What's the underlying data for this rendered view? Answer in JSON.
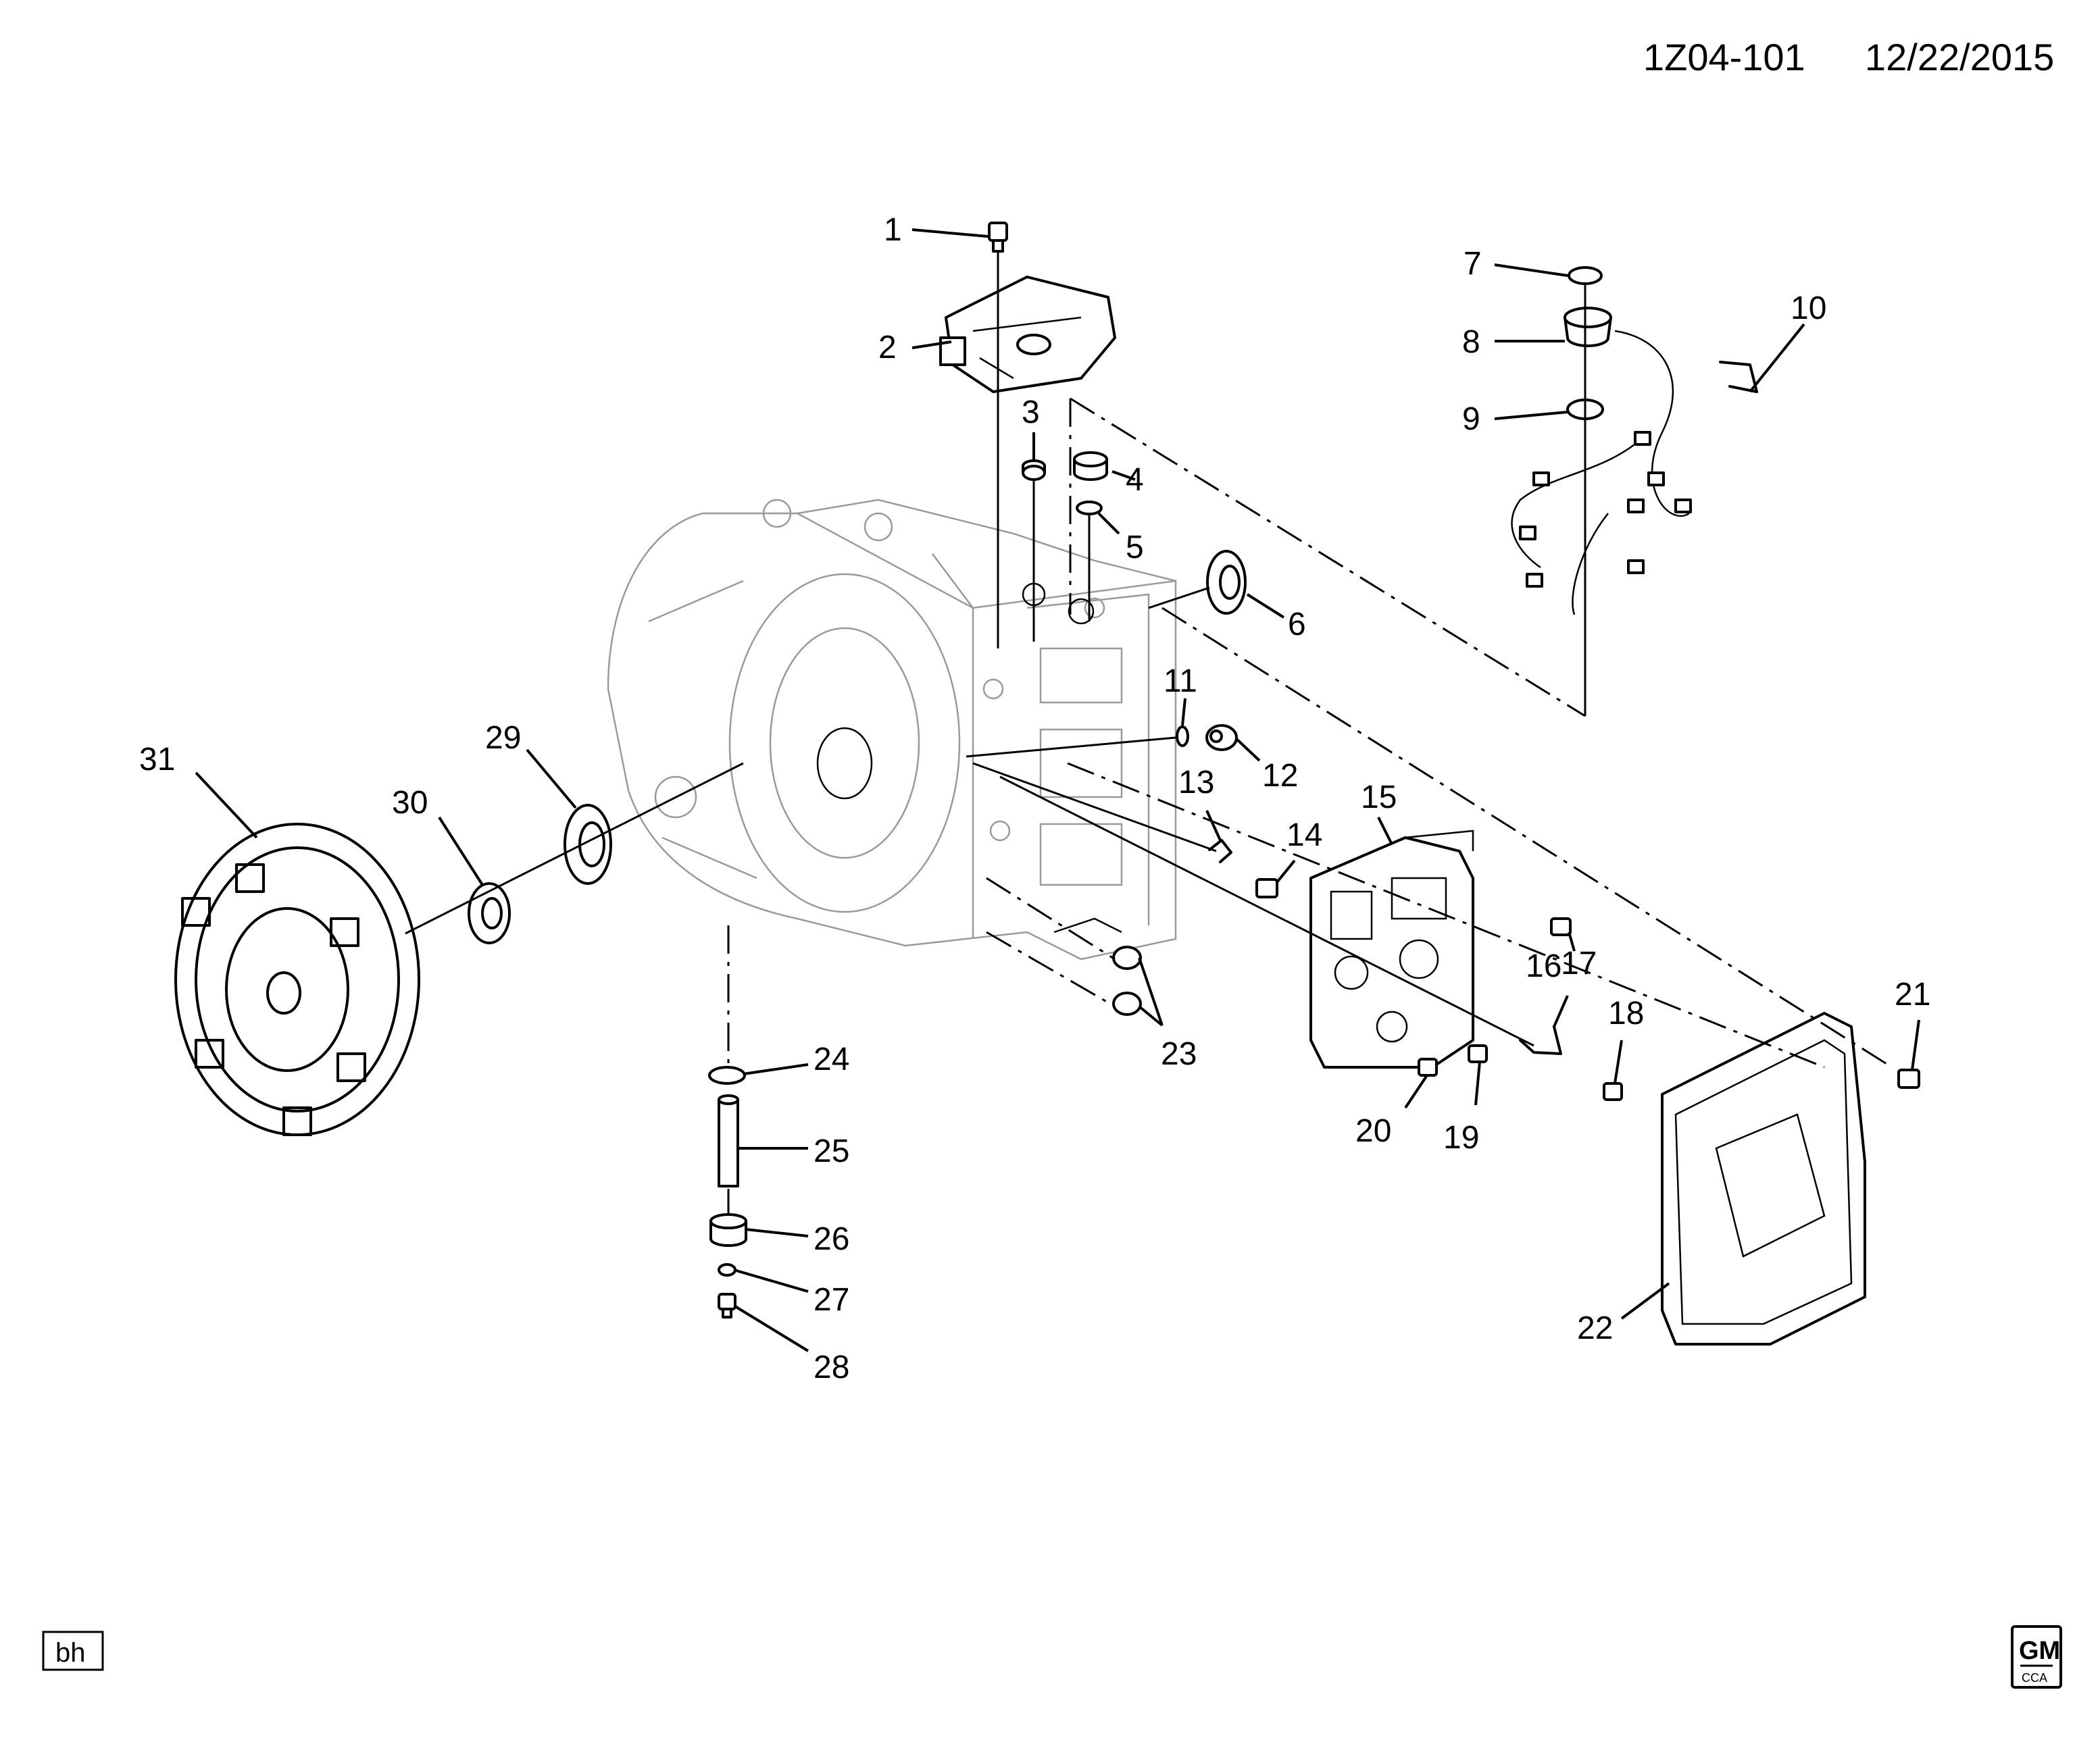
{
  "header": {
    "diagram_id": "1Z04-101",
    "date": "12/22/2015"
  },
  "footer": {
    "initials": "bh",
    "logo_text": "GM",
    "logo_subtext": "CCA"
  },
  "callouts": [
    "1",
    "2",
    "3",
    "4",
    "5",
    "6",
    "7",
    "8",
    "9",
    "10",
    "11",
    "12",
    "13",
    "14",
    "15",
    "16",
    "17",
    "18",
    "19",
    "20",
    "21",
    "22",
    "23",
    "24",
    "25",
    "26",
    "27",
    "28",
    "29",
    "30",
    "31"
  ]
}
